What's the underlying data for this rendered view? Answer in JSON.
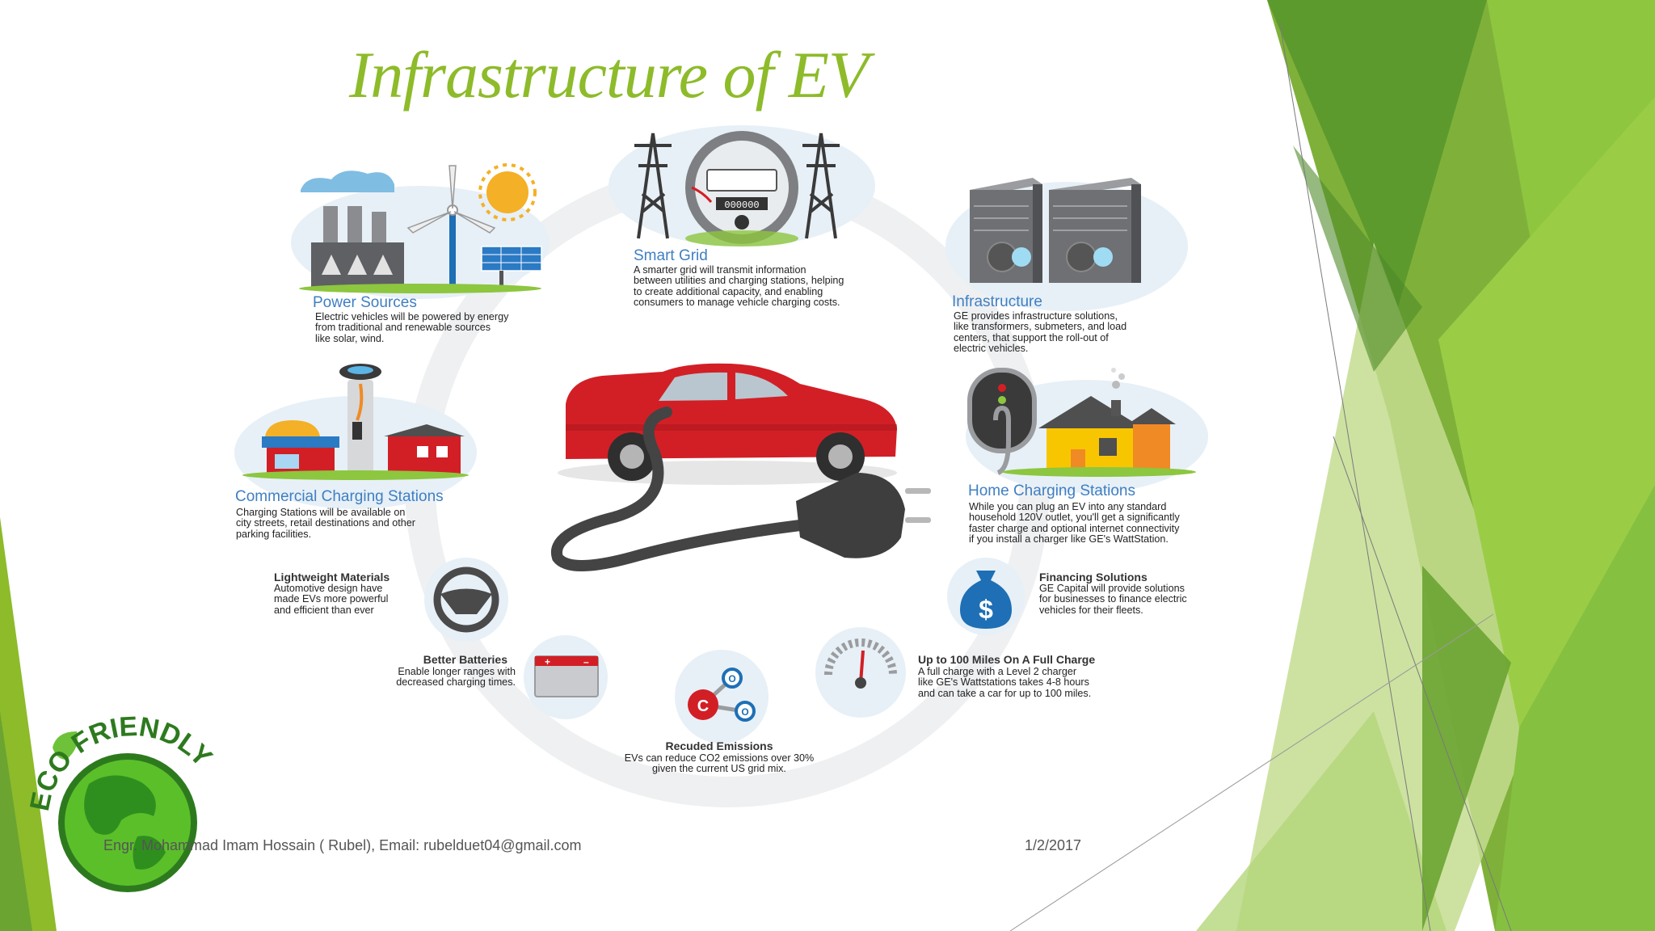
{
  "slide": {
    "title": "Infrastructure of EV",
    "colors": {
      "accent_green": "#8dbb2a",
      "heading_blue": "#3f7fc2",
      "car_red": "#d21f26"
    }
  },
  "infographic": {
    "smart_grid": {
      "title": "Smart Grid",
      "desc": "A smarter grid will transmit information\nbetween utilities and charging stations, helping\nto create additional capacity, and enabling\nconsumers to manage vehicle charging costs.",
      "meter_display": "000000"
    },
    "power_sources": {
      "title": "Power Sources",
      "desc": "Electric vehicles will be powered by energy\nfrom traditional and renewable sources\nlike solar, wind."
    },
    "infrastructure": {
      "title": "Infrastructure",
      "desc": "GE provides infrastructure solutions,\nlike transformers, submeters, and load\ncenters, that support the roll-out of\nelectric vehicles."
    },
    "commercial_charging": {
      "title": "Commercial Charging Stations",
      "desc": "Charging Stations will be available on\ncity streets, retail destinations and other\nparking facilities."
    },
    "home_charging": {
      "title": "Home Charging Stations",
      "desc": "While you can plug an EV into any standard\nhousehold 120V outlet, you'll get a significantly\nfaster charge and optional internet connectivity\nif you install a charger like GE's WattStation."
    },
    "lightweight_materials": {
      "title": "Lightweight Materials",
      "desc": "Automotive design have\nmade EVs more powerful\nand efficient than ever"
    },
    "financing": {
      "title": "Financing Solutions",
      "desc": "GE Capital will provide solutions\nfor businesses to finance electric\nvehicles for their fleets.",
      "symbol": "$"
    },
    "better_batteries": {
      "title": "Better Batteries",
      "desc": "Enable longer ranges with\ndecreased charging times."
    },
    "up_to_100_miles": {
      "title": "Up to 100 Miles On A Full Charge",
      "desc": "A full charge with a Level 2 charger\nlike GE's Wattstations takes 4-8 hours\nand can take a car for up to 100 miles."
    },
    "reduced_emissions": {
      "title": "Recuded Emissions",
      "desc": "EVs can reduce CO2 emissions over 30%\ngiven the current US grid mix.",
      "molecule_center": "C",
      "molecule_side": "O"
    }
  },
  "logo": {
    "text": "ECO FRIENDLY"
  },
  "footer": {
    "author": "Engr. Mohammad Imam Hossain ( Rubel), Email: rubelduet04@gmail.com",
    "date": "1/2/2017"
  }
}
